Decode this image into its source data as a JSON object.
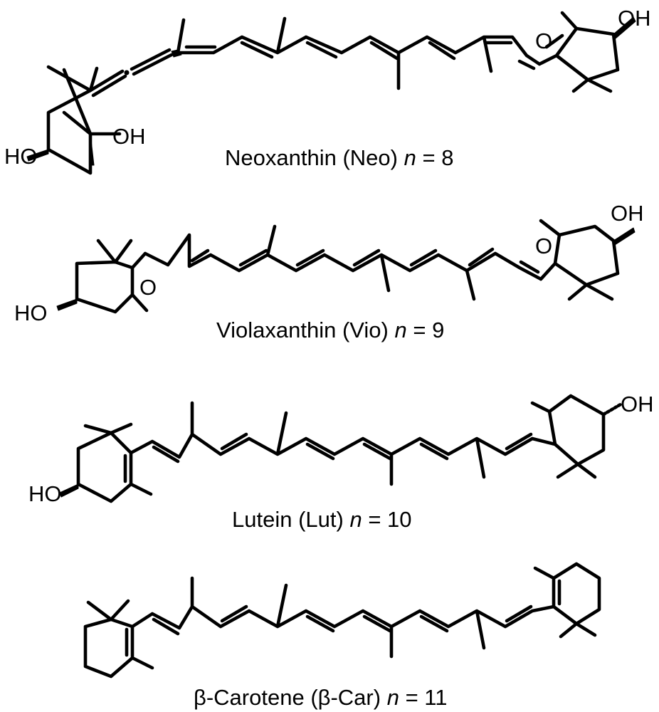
{
  "compounds": [
    {
      "id": "neo",
      "name": "Neoxanthin",
      "abbrev": "(Neo)",
      "n_symbol": "n",
      "n_eq": "= 8",
      "labels": [
        "HO",
        "OH",
        "O",
        "OH"
      ]
    },
    {
      "id": "vio",
      "name": "Violaxanthin",
      "abbrev": "(Vio)",
      "n_symbol": "n",
      "n_eq": "= 9",
      "labels": [
        "HO",
        "O",
        "O",
        "OH"
      ]
    },
    {
      "id": "lut",
      "name": "Lutein",
      "abbrev": "(Lut)",
      "n_symbol": "n",
      "n_eq": "= 10",
      "labels": [
        "HO",
        "OH"
      ]
    },
    {
      "id": "car",
      "name": "β-Carotene",
      "abbrev": "(β-Car)",
      "n_symbol": "n",
      "n_eq": "= 11",
      "labels": []
    }
  ]
}
